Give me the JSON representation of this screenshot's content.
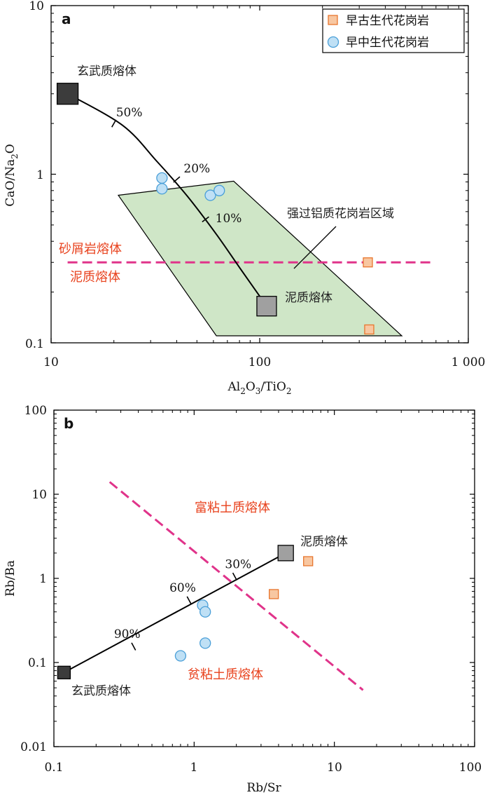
{
  "colors": {
    "orange_marker_fill": "#f8c7a1",
    "orange_marker_stroke": "#e8762e",
    "blue_marker_fill": "#bfe0f5",
    "blue_marker_stroke": "#4a9fd8",
    "field_fill": "#cfe6c7",
    "dashed_line": "#e0338a",
    "red_text": "#e8411c",
    "dark_square": "#3c3c3c",
    "grey_square": "#a0a0a0"
  },
  "chart_data": [
    {
      "panel_label": "a",
      "type": "scatter",
      "xscale": "log",
      "yscale": "log",
      "xlabel": "Al2O3/TiO2",
      "ylabel": "CaO/Na2O",
      "xlim": [
        10,
        1000
      ],
      "ylim": [
        0.1,
        10
      ],
      "x_ticks": [
        "10",
        "100",
        "1 000"
      ],
      "y_ticks": [
        "0.1",
        "1",
        "10"
      ],
      "legend_position": "top-right",
      "legend": [
        "早古生代花岗岩",
        "早中生代花岗岩"
      ],
      "series": [
        {
          "name": "早古生代花岗岩",
          "marker": "square",
          "points": [
            [
              330,
              0.3
            ],
            [
              335,
              0.12
            ]
          ]
        },
        {
          "name": "早中生代花岗岩",
          "marker": "circle",
          "points": [
            [
              34,
              0.95
            ],
            [
              34,
              0.82
            ],
            [
              58,
              0.75
            ],
            [
              64,
              0.8
            ]
          ]
        }
      ],
      "endmembers": [
        {
          "label": "玄武质熔体",
          "x": 12,
          "y": 3.0
        },
        {
          "label": "泥质熔体",
          "x": 108,
          "y": 0.165
        }
      ],
      "mixing_curve": {
        "points": [
          [
            12,
            3.0
          ],
          [
            22,
            1.95
          ],
          [
            32,
            1.2
          ],
          [
            45,
            0.74
          ],
          [
            62,
            0.44
          ],
          [
            80,
            0.28
          ],
          [
            108,
            0.165
          ]
        ],
        "ticks": [
          {
            "label": "50%",
            "x": 20,
            "y": 2.0
          },
          {
            "label": "20%",
            "x": 40,
            "y": 0.93
          },
          {
            "label": "10%",
            "x": 55,
            "y": 0.54
          }
        ]
      },
      "field": {
        "label": "强过铝质花岗岩区域",
        "polygon": [
          [
            21,
            0.75
          ],
          [
            75,
            0.91
          ],
          [
            480,
            0.11
          ],
          [
            62,
            0.11
          ]
        ]
      },
      "dashed_line": {
        "y": 0.3,
        "x_range": [
          12,
          680
        ]
      },
      "annotations": [
        "砂屑岩熔体",
        "泥质熔体"
      ]
    },
    {
      "panel_label": "b",
      "type": "scatter",
      "xscale": "log",
      "yscale": "log",
      "xlabel": "Rb/Sr",
      "ylabel": "Rb/Ba",
      "xlim": [
        0.1,
        100
      ],
      "ylim": [
        0.01,
        100
      ],
      "x_ticks": [
        "0.1",
        "1",
        "10",
        "100"
      ],
      "y_ticks": [
        "0.01",
        "0.1",
        "1",
        "10",
        "100"
      ],
      "series": [
        {
          "name": "早古生代花岗岩",
          "marker": "square",
          "points": [
            [
              6.5,
              1.6
            ],
            [
              3.7,
              0.65
            ]
          ]
        },
        {
          "name": "早中生代花岗岩",
          "marker": "circle",
          "points": [
            [
              0.8,
              0.12
            ],
            [
              1.15,
              0.48
            ],
            [
              1.2,
              0.4
            ],
            [
              1.2,
              0.17
            ]
          ]
        }
      ],
      "endmembers": [
        {
          "label": "泥质熔体",
          "x": 4.5,
          "y": 2.0
        },
        {
          "label": "玄武质熔体",
          "x": 0.118,
          "y": 0.076
        }
      ],
      "mixing_line": {
        "points": [
          [
            0.118,
            0.076
          ],
          [
            4.5,
            2.0
          ]
        ],
        "ticks": [
          {
            "label": "30%",
            "x": 1.95,
            "y": 1.05
          },
          {
            "label": "60%",
            "x": 0.92,
            "y": 0.55
          },
          {
            "label": "90%",
            "x": 0.37,
            "y": 0.155
          }
        ]
      },
      "dashed_line": {
        "points": [
          [
            0.25,
            14
          ],
          [
            16,
            0.047
          ]
        ]
      },
      "annotations": [
        "富粘土质熔体",
        "贫粘土质熔体"
      ]
    }
  ]
}
